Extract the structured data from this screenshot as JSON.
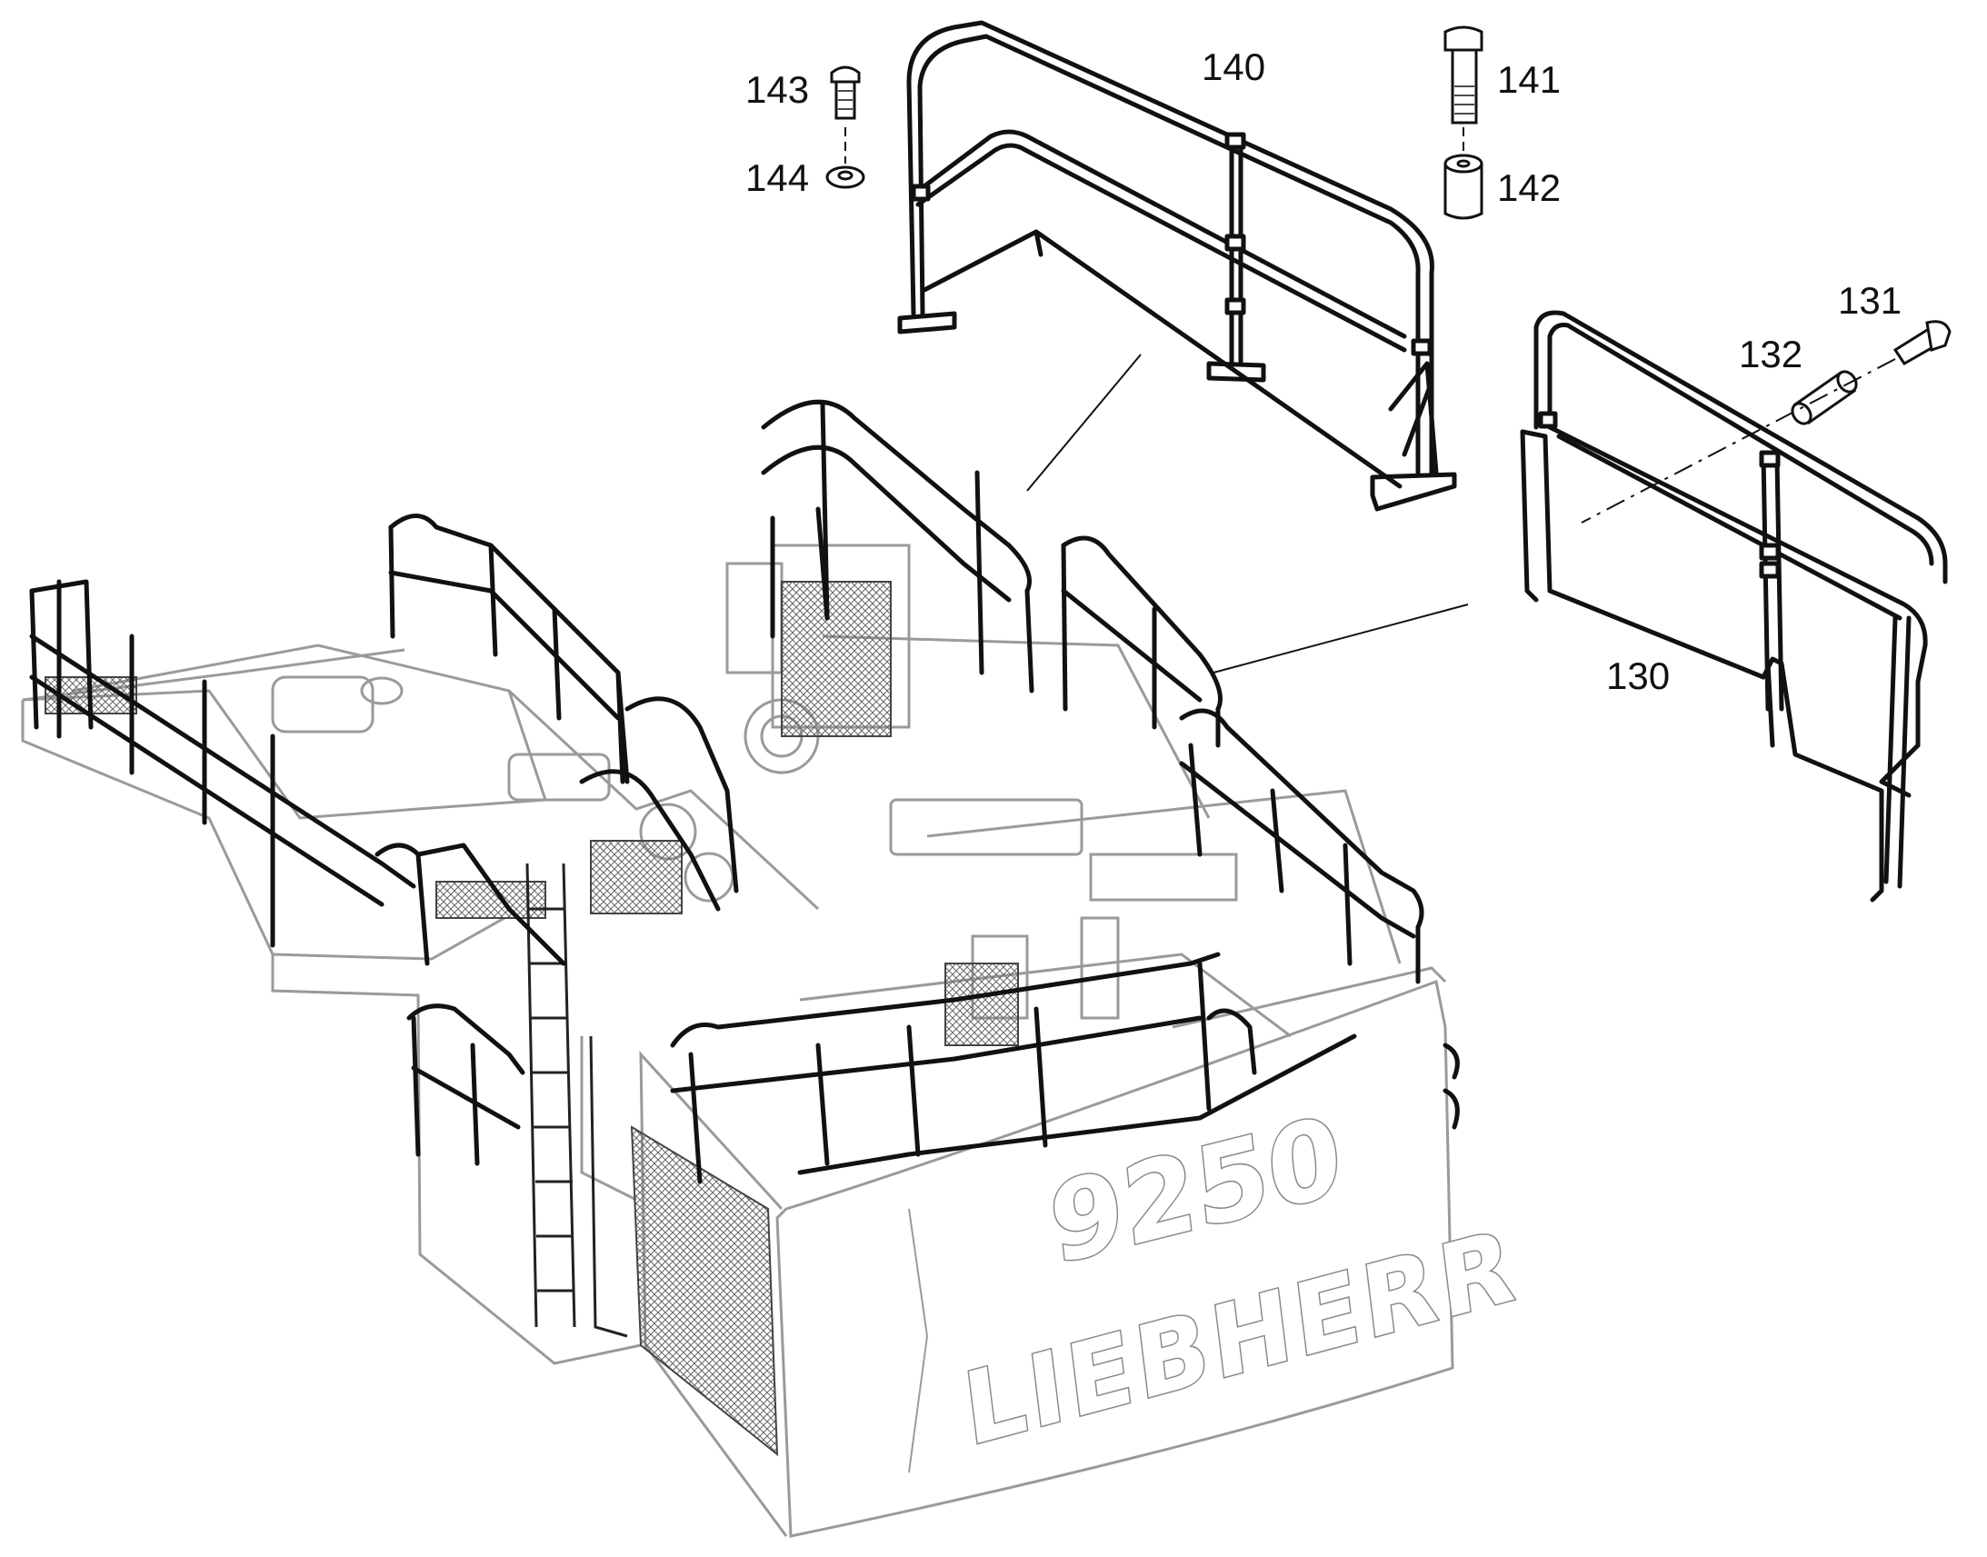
{
  "callouts": {
    "c130": "130",
    "c131": "131",
    "c132": "132",
    "c140": "140",
    "c141": "141",
    "c142": "142",
    "c143": "143",
    "c144": "144"
  },
  "branding": {
    "model": "9250",
    "maker": "LIEBHERR"
  },
  "colors": {
    "line": "#111111",
    "body_gray": "#9a9a9a",
    "grille": "#6e6e6e"
  }
}
